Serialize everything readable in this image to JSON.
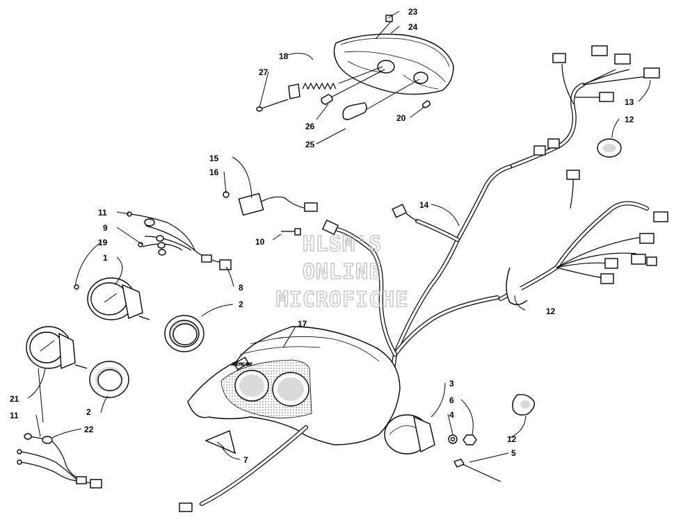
{
  "watermark": {
    "line1": "HLSM'S",
    "line2": "ONLINE",
    "line3": "MICROFICHE"
  },
  "hood_decal_text": "ARCTIC CAT",
  "callouts": [
    {
      "id": "c23",
      "text": "23"
    },
    {
      "id": "c24",
      "text": "24"
    },
    {
      "id": "c18",
      "text": "18"
    },
    {
      "id": "c27",
      "text": "27"
    },
    {
      "id": "c26",
      "text": "26"
    },
    {
      "id": "c25",
      "text": "25"
    },
    {
      "id": "c20",
      "text": "20"
    },
    {
      "id": "c13",
      "text": "13"
    },
    {
      "id": "c12a",
      "text": "12"
    },
    {
      "id": "c15",
      "text": "15"
    },
    {
      "id": "c16",
      "text": "16"
    },
    {
      "id": "c14",
      "text": "14"
    },
    {
      "id": "c11a",
      "text": "11"
    },
    {
      "id": "c9",
      "text": "9"
    },
    {
      "id": "c19",
      "text": "19"
    },
    {
      "id": "c1",
      "text": "1"
    },
    {
      "id": "c10",
      "text": "10"
    },
    {
      "id": "c8",
      "text": "8"
    },
    {
      "id": "c2a",
      "text": "2"
    },
    {
      "id": "c17",
      "text": "17"
    },
    {
      "id": "c12b",
      "text": "12"
    },
    {
      "id": "c21",
      "text": "21"
    },
    {
      "id": "c2b",
      "text": "2"
    },
    {
      "id": "c11b",
      "text": "11"
    },
    {
      "id": "c22",
      "text": "22"
    },
    {
      "id": "c7",
      "text": "7"
    },
    {
      "id": "c3",
      "text": "3"
    },
    {
      "id": "c6",
      "text": "6"
    },
    {
      "id": "c4",
      "text": "4"
    },
    {
      "id": "c12c",
      "text": "12"
    },
    {
      "id": "c5",
      "text": "5"
    }
  ]
}
